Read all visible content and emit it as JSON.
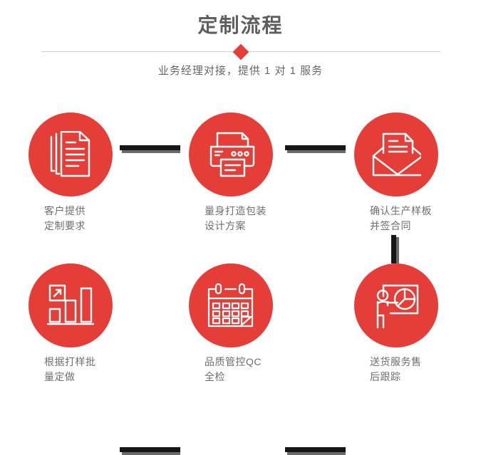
{
  "header": {
    "title": "定制流程",
    "subtitle": "业务经理对接，提供 1 对 1 服务",
    "accent_color": "#e53e38",
    "title_color": "#5f5f5f",
    "subtitle_color": "#666666",
    "divider_color": "#cfcfcf"
  },
  "flow": {
    "circle_color": "#e53e38",
    "label_color": "#6e6e6e",
    "connector_color": "#161616",
    "connector_shadow_color": "#6b6b6b",
    "steps": [
      {
        "index": 1,
        "icon": "documents-stack-icon",
        "label": "客户提供\n定制要求",
        "line1": "客户提供",
        "line2": "定制要求"
      },
      {
        "index": 2,
        "icon": "printer-icon",
        "label": "量身打造包装\n设计方案",
        "line1": "量身打造包装",
        "line2": "设计方案"
      },
      {
        "index": 3,
        "icon": "envelope-document-icon",
        "label": "确认生产样板\n并签合同",
        "line1": "确认生产样板",
        "line2": "并签合同"
      },
      {
        "index": 4,
        "icon": "bar-chart-growth-icon",
        "label": "根据打样批\n量定做",
        "line1": "根据打样批",
        "line2": "量定做"
      },
      {
        "index": 5,
        "icon": "calendar-checklist-icon",
        "label": "品质管控QC\n全检",
        "line1": "品质管控QC",
        "line2": "全检"
      },
      {
        "index": 6,
        "icon": "presenter-pie-chart-icon",
        "label": "送货服务售\n后跟踪",
        "line1": "送货服务售",
        "line2": "后跟踪"
      }
    ]
  }
}
